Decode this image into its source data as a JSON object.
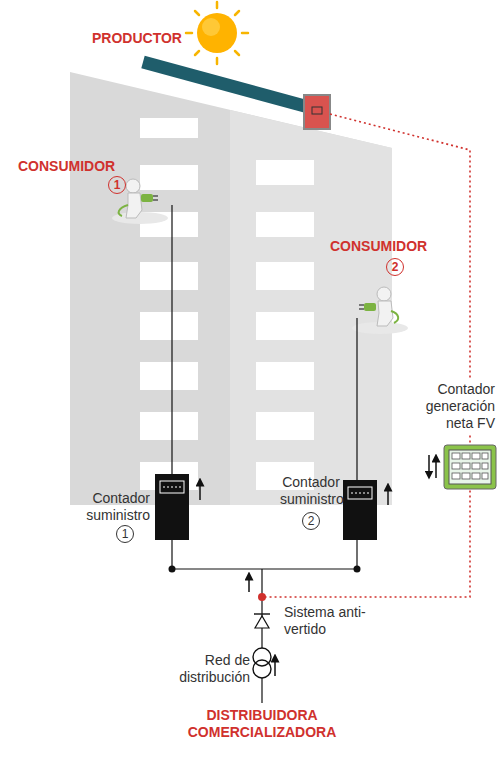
{
  "diagram": {
    "labels": [
      "PRODUCTOR",
      "CONSUMIDOR",
      "1",
      "CONSUMIDOR",
      "2",
      "Contador generación neta FV",
      "Contador suministro",
      "1",
      "Contador suministro",
      "2",
      "Sistema anti-vertido",
      "Red de distribución",
      "DISTRIBUIDORA COMERCIALIZADORA"
    ]
  }
}
